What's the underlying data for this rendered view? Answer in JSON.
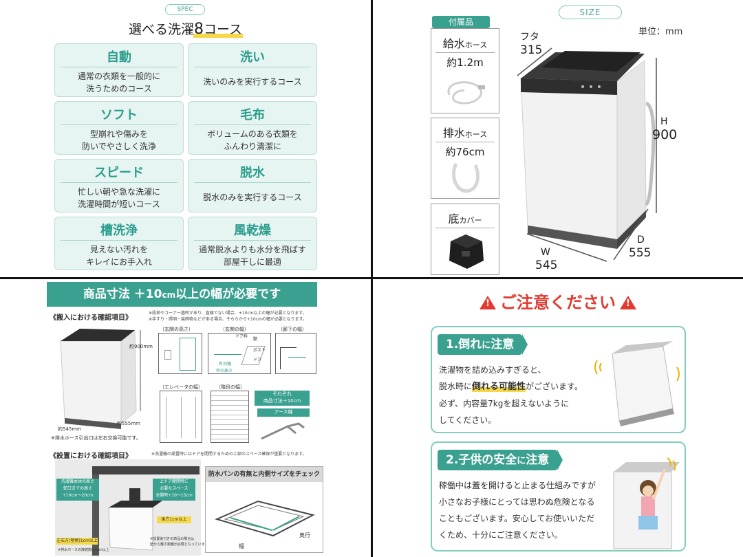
{
  "spec": {
    "tag": "SPEC",
    "title_pre": "選べる洗濯",
    "title_num": "8",
    "title_post": "コース",
    "courses": [
      {
        "name": "自動",
        "desc": "通常の衣類を一般的に\n洗うためのコース"
      },
      {
        "name": "洗い",
        "desc": "洗いのみを実行するコース"
      },
      {
        "name": "ソフト",
        "desc": "型崩れや傷みを\n防いでやさしく洗浄"
      },
      {
        "name": "毛布",
        "desc": "ボリュームのある衣類を\nふんわり清潔に"
      },
      {
        "name": "スピード",
        "desc": "忙しい朝や急な洗濯に\n洗濯時間が短いコース"
      },
      {
        "name": "脱水",
        "desc": "脱水のみを実行するコース"
      },
      {
        "name": "槽洗浄",
        "desc": "見えない汚れを\nキレイにお手入れ"
      },
      {
        "name": "風乾燥",
        "desc": "通常脱水よりも水分を飛ばす\n部屋干しに最適"
      }
    ]
  },
  "size": {
    "tag": "SIZE",
    "unit": "単位：mm",
    "accessory_tag": "付属品",
    "accessories": [
      {
        "name": "給水",
        "suffix": "ホース",
        "value": "約1.2m"
      },
      {
        "name": "排水",
        "suffix": "ホース",
        "value": "約76cm"
      },
      {
        "name": "底",
        "suffix": "カバー",
        "value": ""
      }
    ],
    "lid_label": "フタ",
    "lid_value": "315",
    "h_label": "H",
    "h_value": "900",
    "d_label": "D",
    "d_value": "555",
    "w_label": "W",
    "w_value": "545"
  },
  "install": {
    "banner_a": "商品寸法 ＋10",
    "banner_cm": "cm",
    "banner_b": "以上の幅が必要です",
    "carry_head": "《搬入における確認項目》",
    "carry_note1": "※段差やコーナー箇所があり、直線でない場合、+10cm以上の幅が必要となります。",
    "carry_note2": "※手すり・照明・装飾物などがある場合、そちらから+10cmの幅が必要となります。",
    "dim_h": "約900mm",
    "dim_w": "約545mm",
    "dim_d": "約555mm",
    "hose_note": "※排水ホース引出口は左右交換可能です。",
    "entrance_h": "（玄関の高さ）",
    "entrance_w": "（玄関の幅）",
    "corridor_w": "（廊下の幅）",
    "elevator_w": "（エレベータの幅）",
    "stairs_w": "（階段の幅）",
    "door_frame": "ドア枠",
    "wall": "壁",
    "post": "ポスト",
    "door": "ドア",
    "effective_w": "有効幅",
    "frame_h": "枠の高さ",
    "each_a": "それぞれ",
    "each_b": "商品寸法＋10cm",
    "earth": "アース線",
    "setup_head": "《設置における確認項目》",
    "setup_note": "※洗濯機の設置時にはドアを開閉するための上部のスペース確保が重要となります。",
    "box1": "洗濯機本体の高さ\n蛇口までの高さ\n+10cm〜20cm",
    "box2": "上ドア開閉時に\n必要なスペース\n全開時+10〜15cm",
    "rear": "後方1cm以上",
    "side": "左右方(壁側)1cm以上",
    "side_note": "※排水ホースの接続側は5cm以上",
    "rear_note": "※設置後付きの商品の場合は\n壁から離す距離が必要となっています。",
    "pan_head": "防水パンの有無と内側サイズをチェック",
    "pan_w": "幅",
    "pan_d": "奥行"
  },
  "caution": {
    "title": "ご注意ください",
    "c1_head_a": "1.倒れ",
    "c1_head_b": "に",
    "c1_head_c": "注意",
    "c1_l1": "洗濯物を詰め込みすぎると、",
    "c1_l2a": "脱水時に",
    "c1_mark": "倒れる可能性",
    "c1_l2b": "がございます。",
    "c1_l3": "必ず、内容量7kgを超えないように",
    "c1_l4": "してください。",
    "c2_head_a": "2.子供の安全",
    "c2_head_b": "に",
    "c2_head_c": "注意",
    "c2_body": "稼働中は蓋を開けると止まる仕組みですが\n小さなお子様にとっては思わぬ危険となる\nこともございます。安心してお使いいただ\nくため、十分にご注意ください。"
  },
  "colors": {
    "teal": "#3aa08f",
    "light_teal": "#e6f4f2",
    "warning_red": "#e4392e",
    "highlight_yellow": "#f5d94a"
  }
}
